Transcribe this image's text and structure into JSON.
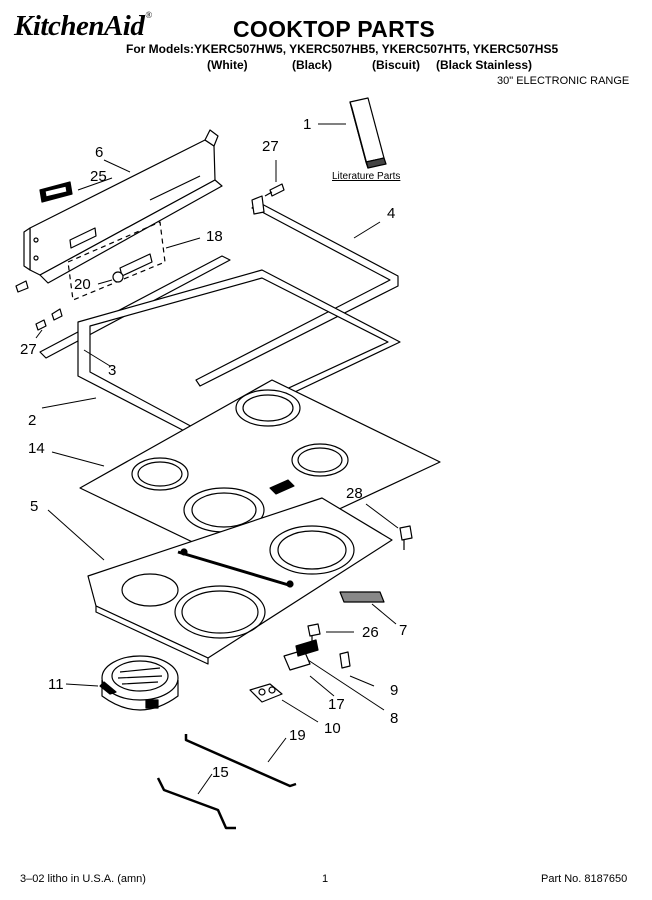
{
  "header": {
    "brand": "KitchenAid",
    "title": "COOKTOP PARTS",
    "models": "For Models:YKERC507HW5, YKERC507HB5, YKERC507HT5, YKERC507HS5",
    "colors": [
      "(White)",
      "(Black)",
      "(Biscuit)",
      "(Black Stainless)"
    ],
    "range_type": "30\" ELECTRONIC RANGE"
  },
  "diagram": {
    "literature_label": "Literature Parts",
    "callouts": [
      "1",
      "27",
      "6",
      "25",
      "4",
      "18",
      "20",
      "27",
      "3",
      "2",
      "14",
      "28",
      "5",
      "7",
      "26",
      "11",
      "9",
      "17",
      "8",
      "10",
      "19",
      "15"
    ]
  },
  "footer": {
    "print_info": "3–02 litho in U.S.A. (amn)",
    "page_number": "1",
    "part_number": "Part No. 8187650"
  }
}
